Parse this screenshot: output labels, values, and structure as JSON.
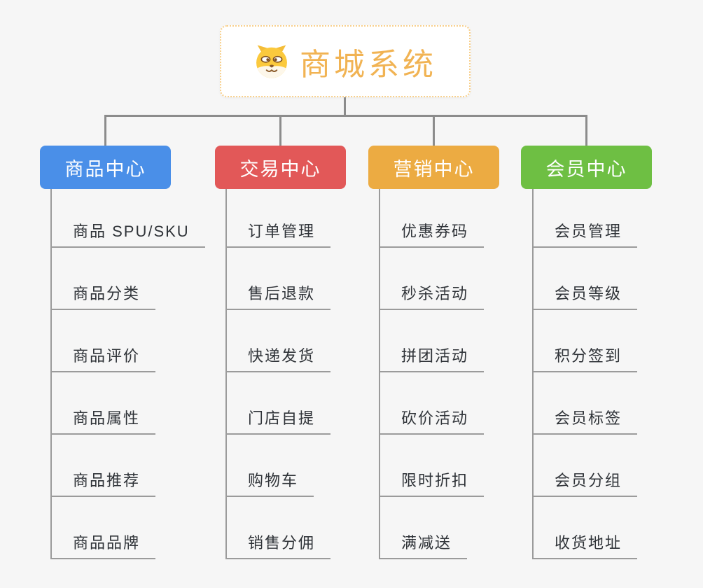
{
  "page": {
    "background_color": "#f6f6f6",
    "connector_color": "#8c8c8c"
  },
  "root": {
    "title": "商城系统",
    "icon": "dog-face-icon",
    "title_color": "#f1b353",
    "border_color": "#f8cf8a"
  },
  "branches": [
    {
      "id": "product-center",
      "label": "商品中心",
      "color": "#4a8fe8",
      "children": [
        "商品 SPU/SKU",
        "商品分类",
        "商品评价",
        "商品属性",
        "商品推荐",
        "商品品牌"
      ]
    },
    {
      "id": "trade-center",
      "label": "交易中心",
      "color": "#e25858",
      "children": [
        "订单管理",
        "售后退款",
        "快递发货",
        "门店自提",
        "购物车",
        "销售分佣"
      ]
    },
    {
      "id": "marketing-center",
      "label": "营销中心",
      "color": "#ecab42",
      "children": [
        "优惠券码",
        "秒杀活动",
        "拼团活动",
        "砍价活动",
        "限时折扣",
        "满减送"
      ]
    },
    {
      "id": "member-center",
      "label": "会员中心",
      "color": "#6ebf43",
      "children": [
        "会员管理",
        "会员等级",
        "积分签到",
        "会员标签",
        "会员分组",
        "收货地址"
      ]
    }
  ]
}
